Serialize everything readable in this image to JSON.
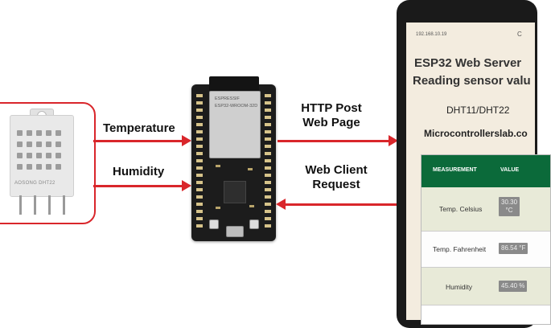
{
  "labels": {
    "temperature": "Temperature",
    "humidity": "Humidity",
    "http_post_line1": "HTTP Post",
    "http_post_line2": "Web Page",
    "web_client_line1": "Web Client",
    "web_client_line2": "Request"
  },
  "sensor": {
    "marking": "AOSONG DHT22"
  },
  "board": {
    "module_brand": "ESPRESSIF",
    "module_model": "ESP32-WROOM-32D"
  },
  "phone": {
    "url": "192.168.10.19",
    "reload_glyph": "C",
    "title_line1": "ESP32 Web Server",
    "title_line2": "Reading sensor valu",
    "subtitle": "DHT11/DHT22",
    "site": "Microcontrollerslab.co",
    "table": {
      "headers": [
        "MEASUREMENT",
        "VALUE"
      ],
      "rows": [
        {
          "measurement": "Temp. Celsius",
          "value_line1": "30.30",
          "value_line2": "°C"
        },
        {
          "measurement": "Temp. Fahrenheit",
          "value_line1": "86.54 °F",
          "value_line2": ""
        },
        {
          "measurement": "Humidity",
          "value_line1": "45.40 %",
          "value_line2": ""
        }
      ]
    }
  },
  "colors": {
    "arrow": "#d9262b",
    "table_header": "#0b6a3a"
  }
}
